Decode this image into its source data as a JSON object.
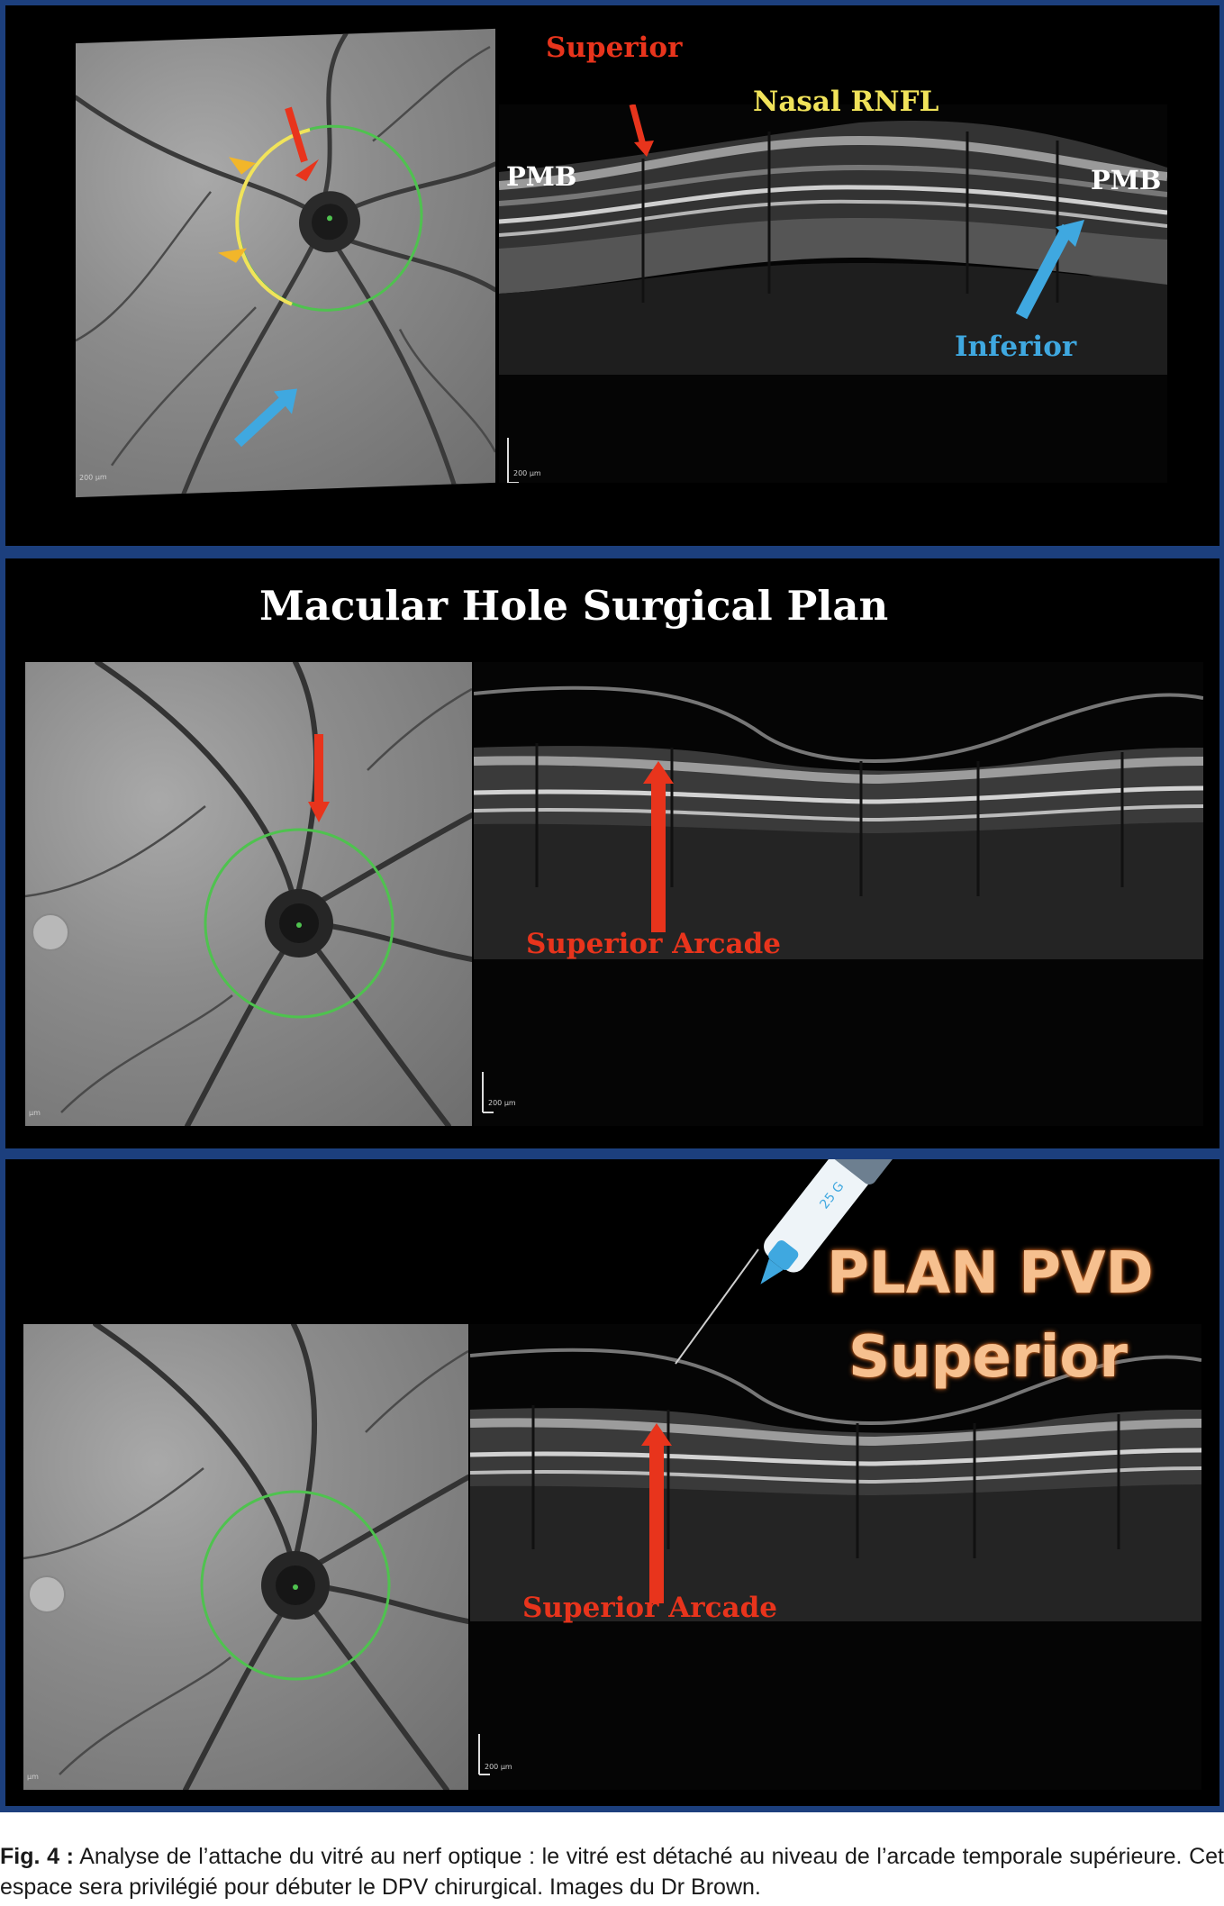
{
  "panel1": {
    "label_superior": "Superior",
    "label_nasal_rnfl": "Nasal RNFL",
    "label_pmb_left": "PMB",
    "label_pmb_right": "PMB",
    "label_inferior": "Inferior",
    "scale_fundus": "200 µm",
    "scale_oct": "200 µm"
  },
  "panel2": {
    "title": "Macular Hole Surgical Plan",
    "label_arcade": "Superior Arcade",
    "scale_fundus": "µm",
    "scale_oct": "200 µm"
  },
  "panel3": {
    "plan_line1": "PLAN PVD",
    "plan_line2": "Superior",
    "label_arcade": "Superior Arcade",
    "scale_fundus": "µm",
    "scale_oct": "200 µm",
    "syringe_gauge": "25 G"
  },
  "caption": {
    "fig_label": "Fig. 4 :",
    "text": "Analyse de l’attache du vitré au nerf optique : le vitré est détaché au niveau de l’arcade temporale supérieure. Cet espace sera privilégié pour débuter le DPV chirurgical. Images du Dr Brown."
  },
  "colors": {
    "frame_blue": "#1c3f7d",
    "arrow_red": "#e8341c",
    "arrow_yellow": "#f2b62a",
    "arrow_blue": "#3fa8e0",
    "circle_green": "#4fc24f"
  }
}
